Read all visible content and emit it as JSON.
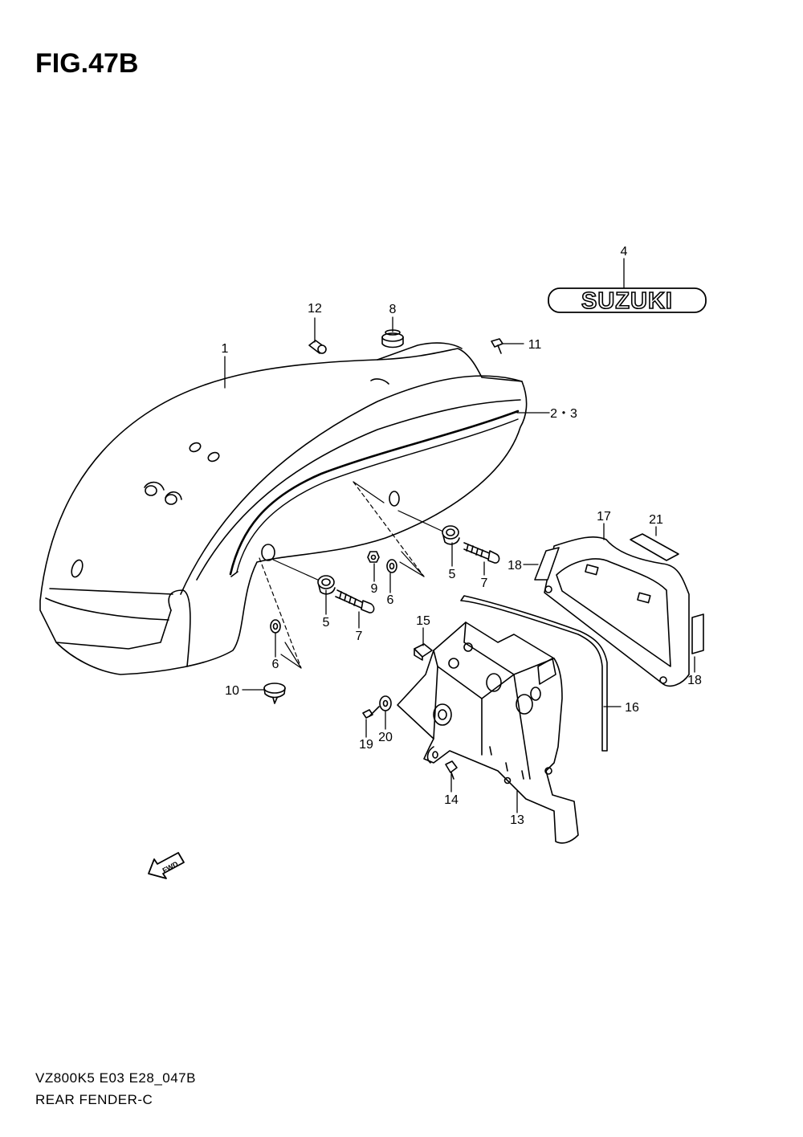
{
  "title": "FIG.47B",
  "badge_text": "SUZUKI",
  "fwd_text": "FWD",
  "callouts": {
    "c1": "1",
    "c23": "2・3",
    "c4": "4",
    "c5a": "5",
    "c5b": "5",
    "c6a": "6",
    "c6b": "6",
    "c7a": "7",
    "c7b": "7",
    "c8": "8",
    "c9": "9",
    "c10": "10",
    "c11": "11",
    "c12": "12",
    "c13": "13",
    "c14": "14",
    "c15": "15",
    "c16": "16",
    "c17": "17",
    "c18a": "18",
    "c18b": "18",
    "c19": "19",
    "c20": "20",
    "c21": "21"
  },
  "footer": {
    "code": "VZ800K5 E03 E28_047B",
    "name": "REAR FENDER-C"
  }
}
